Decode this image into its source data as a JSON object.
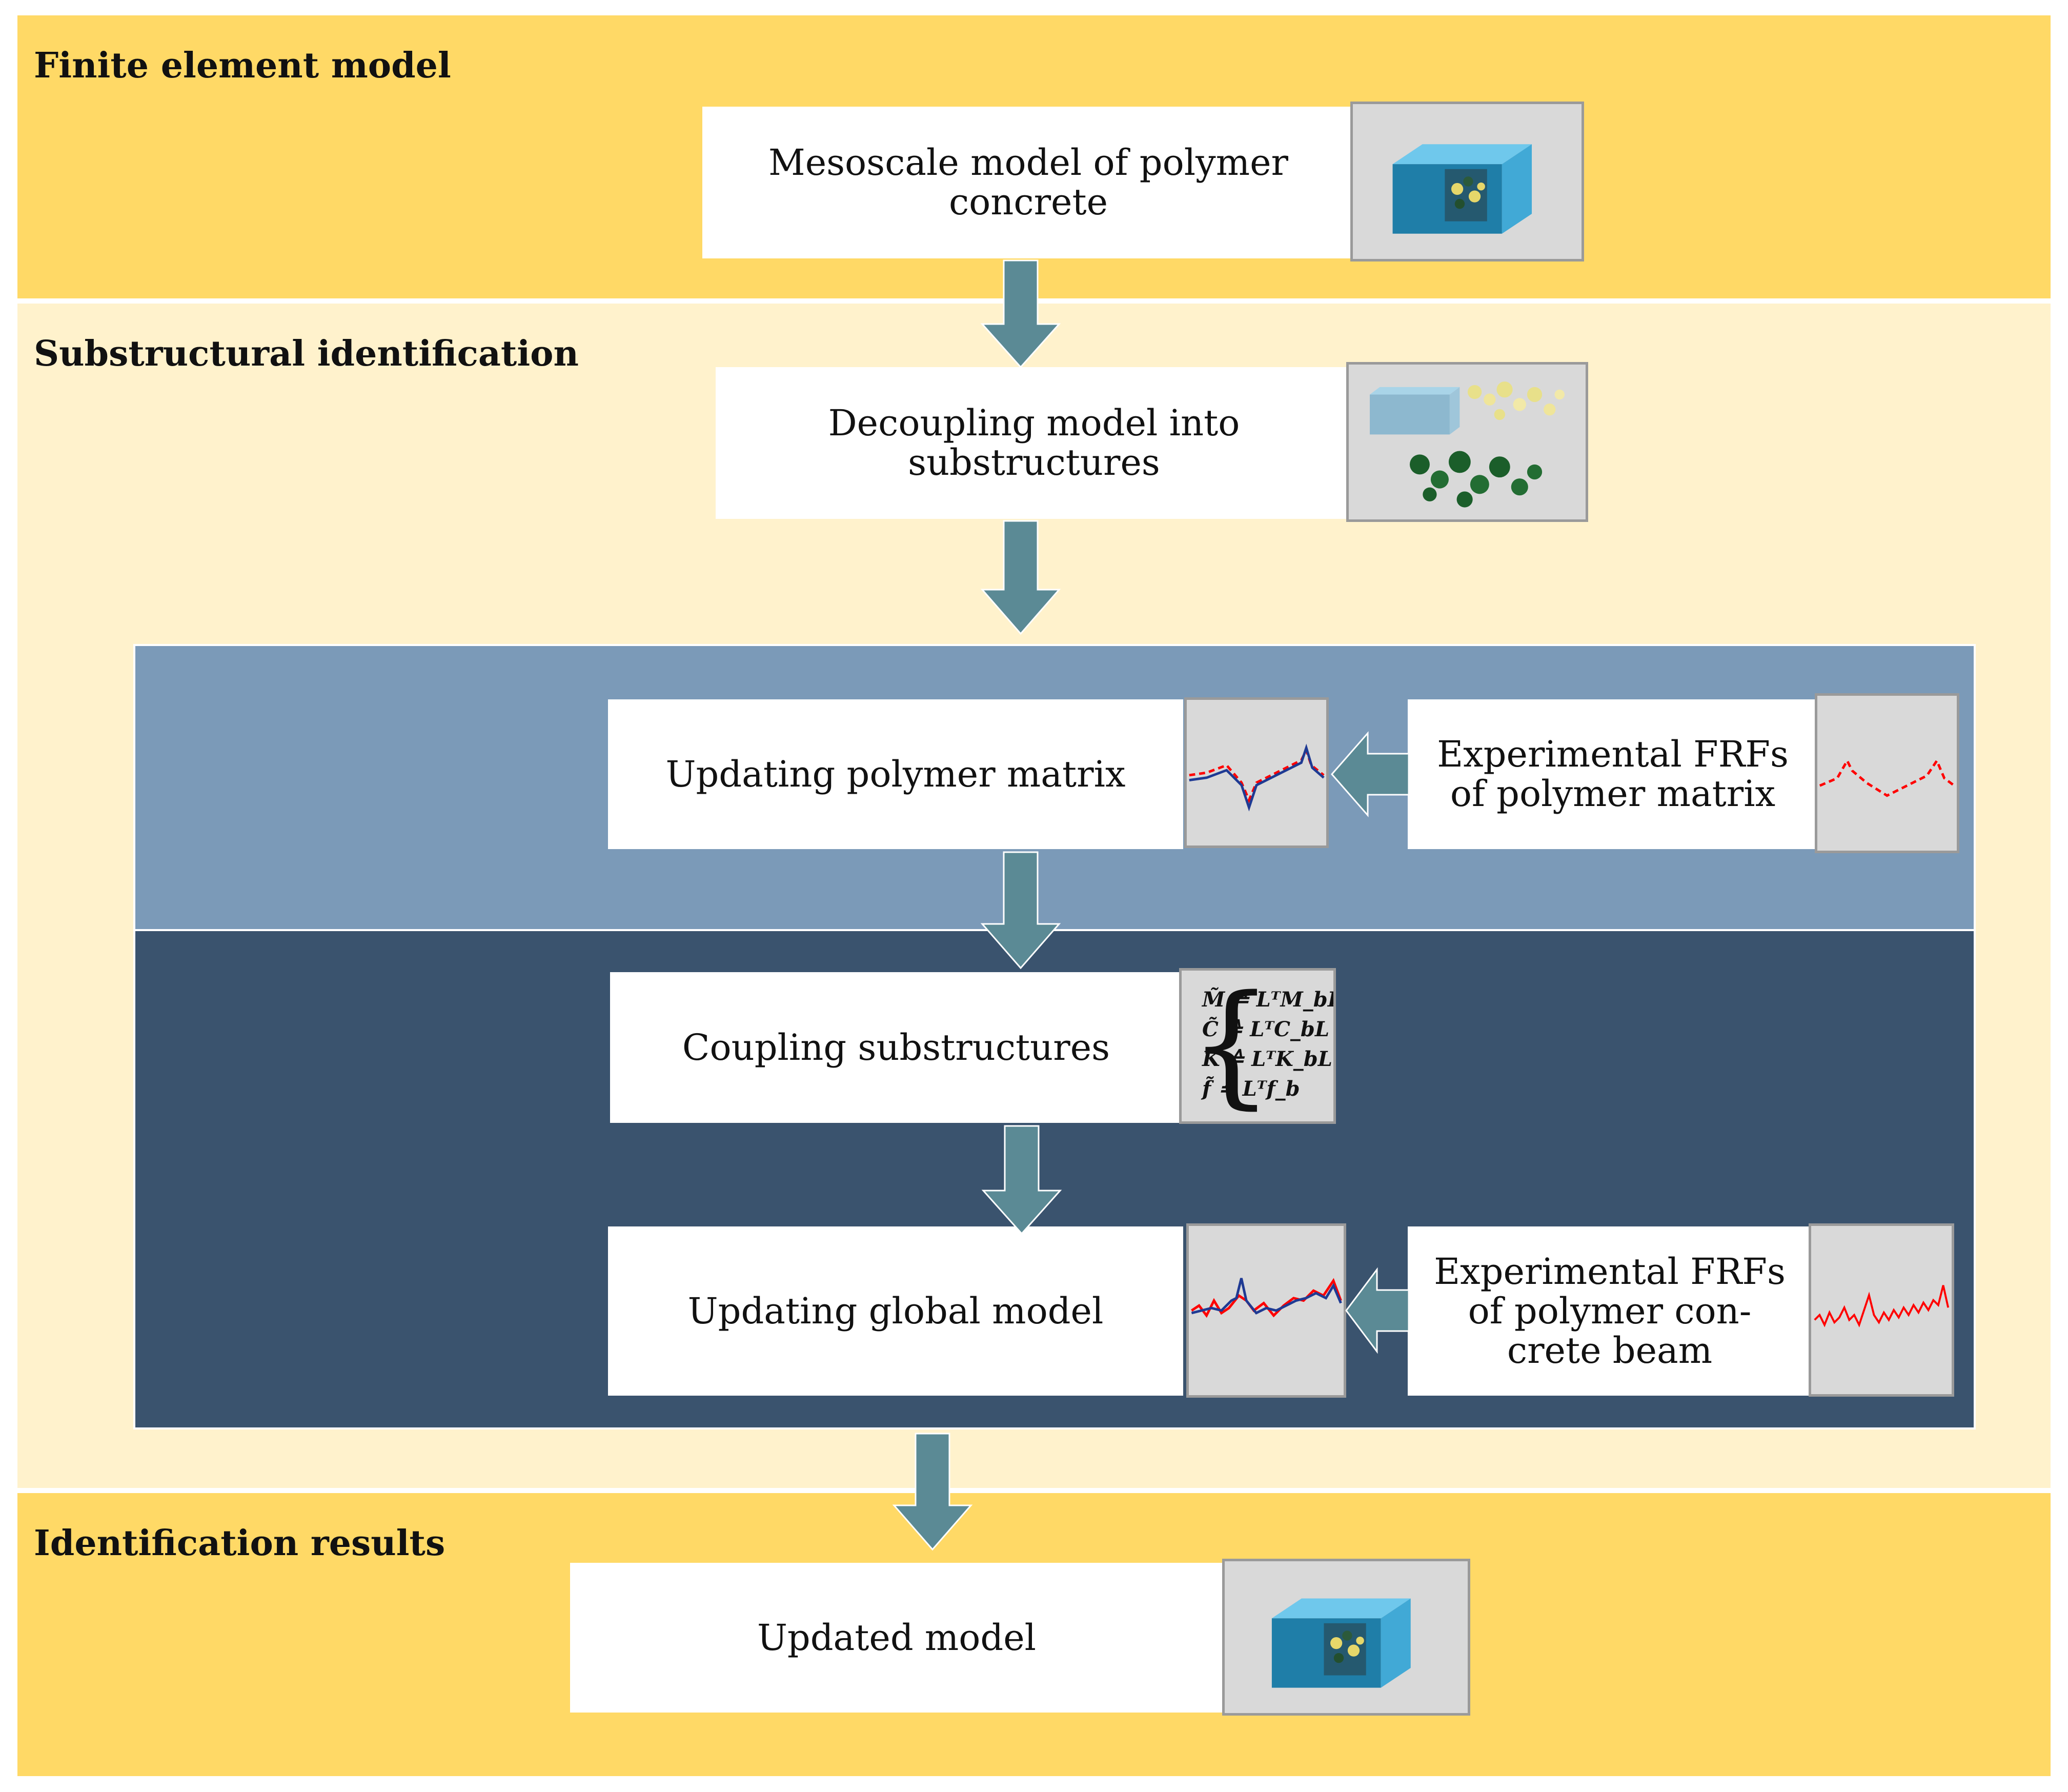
{
  "colors": {
    "band_dark": "#ffd966",
    "band_light": "#fff2cc",
    "panel_mid": "#7b9ab8",
    "panel_deep": "#3a536e",
    "arrow_fill": "#5b8a95",
    "curve_model": "#1f3a93",
    "curve_experiment": "#ff0000"
  },
  "sections": {
    "finite_element": {
      "title": "Finite element model"
    },
    "substructural": {
      "title": "Substructural identification"
    },
    "results": {
      "title": "Identification results"
    }
  },
  "boxes": {
    "mesoscale": {
      "label": "Mesoscale model of polymer concrete"
    },
    "decoupling": {
      "label": "Decoupling model into substructures"
    },
    "updating_matrix": {
      "label": "Updating polymer matrix"
    },
    "experimental_matrix": {
      "label": "Experimental FRFs of polymer matrix"
    },
    "coupling": {
      "label": "Coupling substructures"
    },
    "updating_global": {
      "label": "Updating global model"
    },
    "experimental_beam": {
      "label": "Experimental FRFs of polymer con-crete beam"
    },
    "updated": {
      "label": "Updated model"
    }
  },
  "equations": {
    "line1": "M̃ ≙ LᵀM_bL",
    "line2": "C̃ ≙ LᵀC_bL",
    "line3": "K̃ ≙ LᵀK_bL",
    "line4": "f̃ ≙ Lᵀf_b"
  },
  "icons": {
    "mesoscale_image": "concrete-block-icon",
    "decoupling_image": "substructures-icon",
    "matrix_curve": "frf-model-curve-icon",
    "matrix_exp_curve": "frf-experimental-curve-icon",
    "global_curve": "frf-global-curve-icon",
    "beam_exp_curve": "frf-beam-experimental-curve-icon",
    "updated_image": "updated-block-icon",
    "flow_arrow": "down-arrow-icon",
    "input_arrow": "left-arrow-icon"
  }
}
